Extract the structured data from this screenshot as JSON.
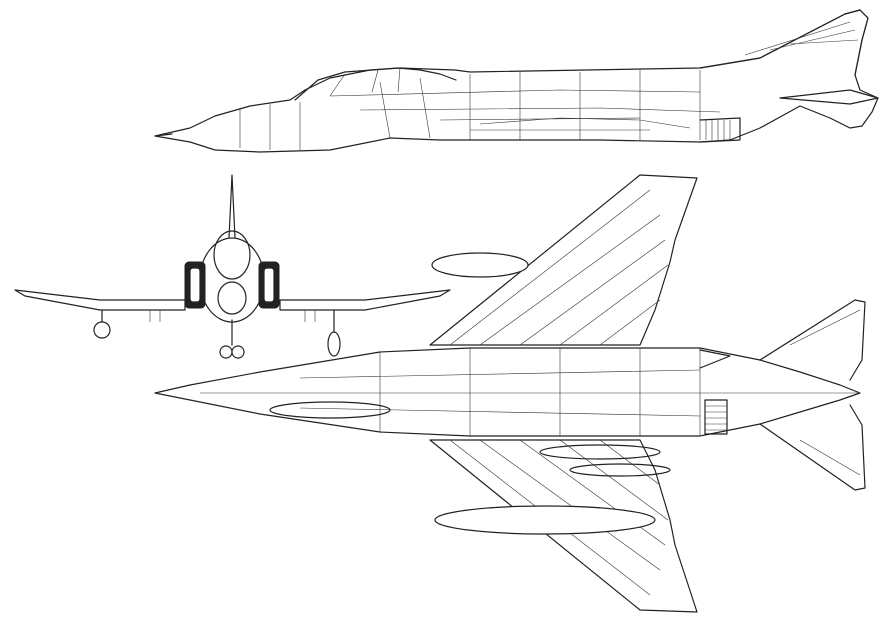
{
  "drawing": {
    "type": "three-view aircraft line drawing",
    "views": [
      "side-view",
      "front-view",
      "top-view"
    ],
    "line_color": "#222222",
    "background_color": "#ffffff"
  }
}
